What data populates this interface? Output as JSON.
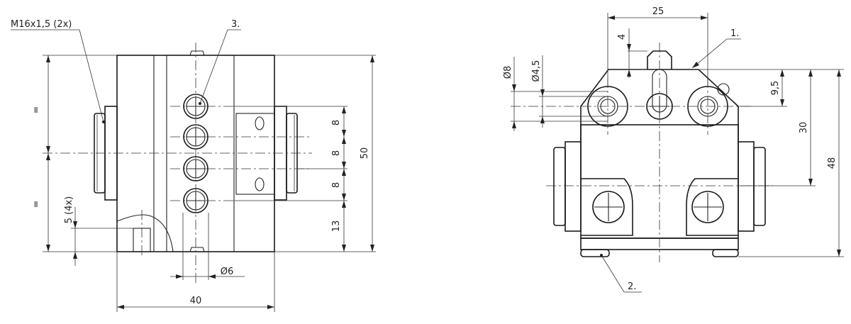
{
  "front_view": {
    "thread_callout": "M16x1,5 (2x)",
    "item_3": "3.",
    "eq_top": "=",
    "eq_bottom": "=",
    "dim_hole_4x": "5 (4x)",
    "dim_pitch_1": "8",
    "dim_pitch_2": "8",
    "dim_pitch_3": "8",
    "dim_bottom_13": "13",
    "dim_height_50": "50",
    "dim_hole_dia": "Ø6",
    "dim_width_40": "40"
  },
  "side_view": {
    "dim_25": "25",
    "dim_4": "4",
    "item_1": "1.",
    "dim_dia_8": "Ø8",
    "dim_dia_4_5": "Ø4,5",
    "dim_9_5": "9,5",
    "dim_30": "30",
    "dim_48": "48",
    "item_2": "2."
  }
}
